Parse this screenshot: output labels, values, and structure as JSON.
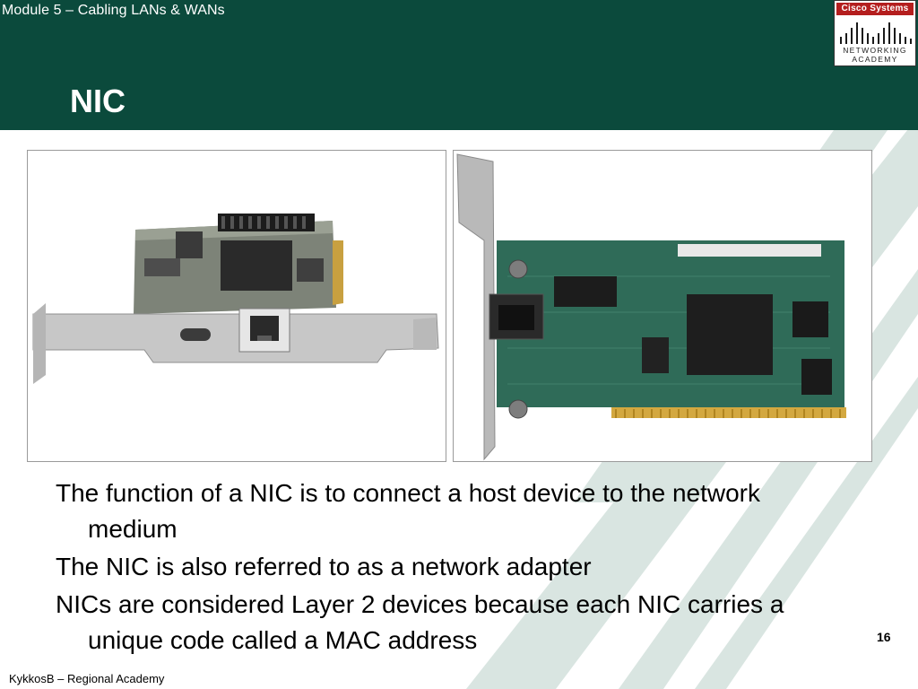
{
  "header": {
    "module_title": "Module 5 – Cabling LANs & WANs",
    "slide_title": "NIC"
  },
  "logo": {
    "top_text": "Cisco Systems",
    "bottom_line1": "NETWORKING",
    "bottom_line2": "ACADEMY"
  },
  "bullets": [
    "The function of a NIC is to connect a host device to the network medium",
    "The NIC is also referred to as a network adapter",
    "NICs are considered Layer 2 devices because each NIC carries a unique code called a MAC address"
  ],
  "page_number": "16",
  "footer": "KykkosB – Regional Academy",
  "colors": {
    "header_bg": "#0b4a3c",
    "stripe": "#d9e5e1",
    "pcb_green": "#2f6b58",
    "bracket_metal": "#c7c7c7",
    "logo_red": "#b41e1e"
  }
}
